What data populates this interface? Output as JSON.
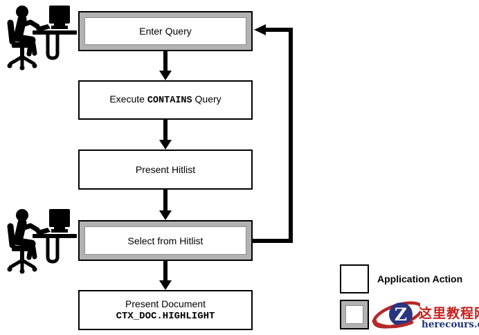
{
  "diagram": {
    "boxes": [
      {
        "label": "Enter Query",
        "type": "user-interaction"
      },
      {
        "prefix": "Execute ",
        "code": "CONTAINS",
        "suffix": " Query",
        "type": "application-action"
      },
      {
        "label": "Present Hitlist",
        "type": "application-action"
      },
      {
        "label": "Select from Hitlist",
        "type": "user-interaction"
      },
      {
        "line1": "Present Document",
        "code": "CTX_DOC.HIGHLIGHT",
        "type": "application-action"
      }
    ]
  },
  "legend": {
    "application_action": "Application Action"
  },
  "watermark": {
    "letter": "Z",
    "site_name": "这里教程网",
    "site_domain": "herecours.com"
  },
  "colors": {
    "line": "#000000",
    "user_band_gray": "#b2b2b2",
    "watermark_red": "#c5201e",
    "watermark_navy": "#1e3375",
    "swoosh_red": "#b5282a"
  }
}
